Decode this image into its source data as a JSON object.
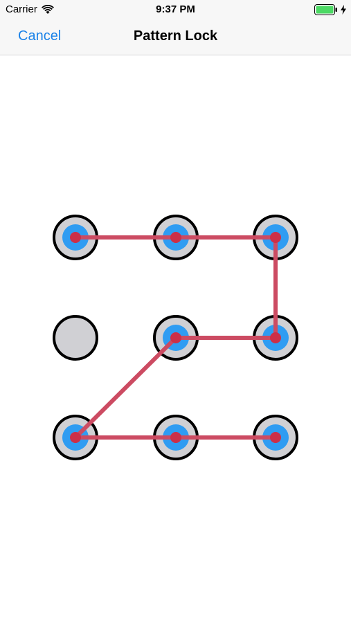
{
  "status_bar": {
    "carrier": "Carrier",
    "time": "9:37 PM",
    "wifi_icon": "wifi-icon",
    "battery_icon": "battery-full-icon",
    "charge_icon": "charging-bolt-icon",
    "battery_color": "#4cd964"
  },
  "nav": {
    "cancel_label": "Cancel",
    "title": "Pattern Lock",
    "accent_color": "#1a82e8"
  },
  "pattern_lock": {
    "rows": 3,
    "cols": 3,
    "dots": [
      {
        "id": 1,
        "selected": true
      },
      {
        "id": 2,
        "selected": true
      },
      {
        "id": 3,
        "selected": true
      },
      {
        "id": 4,
        "selected": false
      },
      {
        "id": 5,
        "selected": true
      },
      {
        "id": 6,
        "selected": true
      },
      {
        "id": 7,
        "selected": true
      },
      {
        "id": 8,
        "selected": true
      },
      {
        "id": 9,
        "selected": true
      }
    ],
    "path": [
      1,
      2,
      3,
      6,
      5,
      7,
      8,
      9
    ],
    "colors": {
      "dot_fill": "#d0d0d4",
      "dot_stroke": "#000000",
      "selected_inner": "#2f9cf2",
      "selected_center": "#cc2f48",
      "line": "#cc4b62"
    }
  }
}
